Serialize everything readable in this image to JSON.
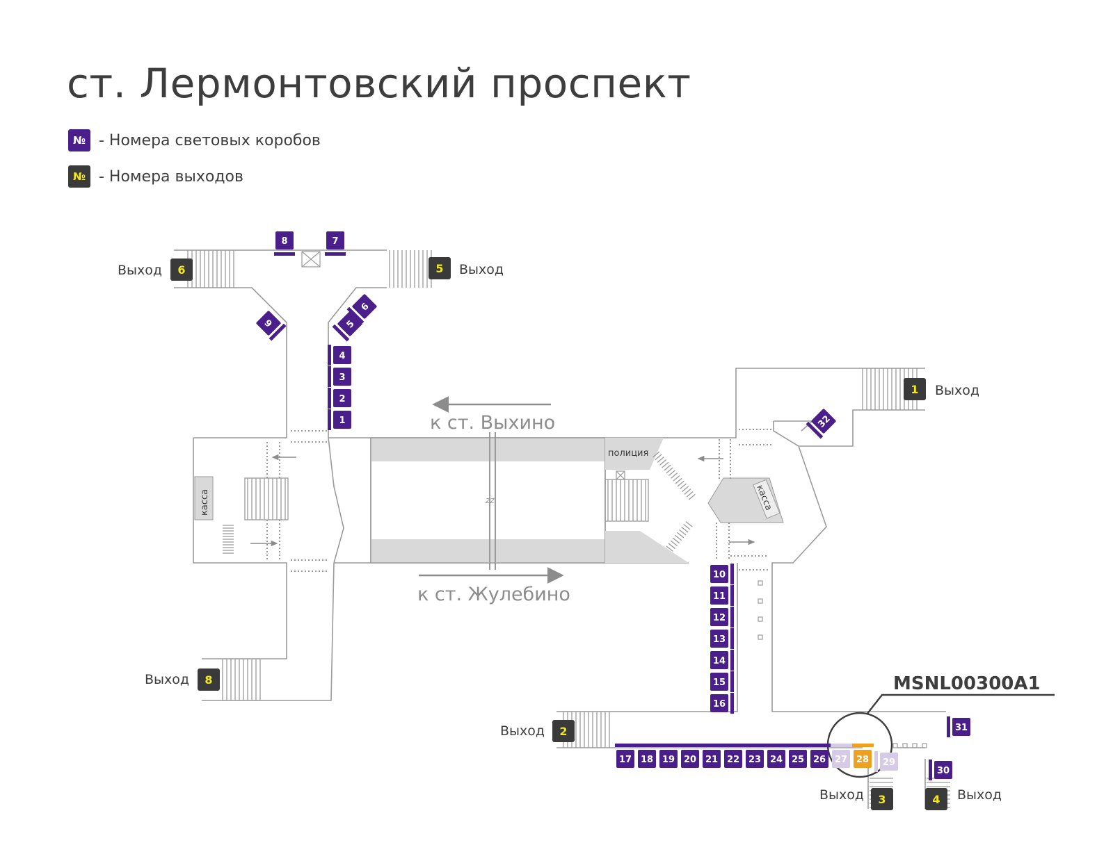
{
  "title": "ст. Лермонтовский проспект",
  "legend": {
    "symbol": "№",
    "lightbox_label": "- Номера световых коробов",
    "exit_label": "- Номера выходов"
  },
  "colors": {
    "lightbox": "#4a1f8c",
    "lightbox_faded": "#d6cbe6",
    "highlight": "#f0a020",
    "exit_bg": "#3a3a3a",
    "exit_text": "#f3e61a",
    "wall": "#9a9a9a",
    "platform_fill": "#d9d9d9"
  },
  "directions": {
    "top": "к ст. Выхино",
    "bottom": "к ст. Жулебино"
  },
  "labels": {
    "police": "полиция",
    "kassa_left": "касса",
    "kassa_right": "касса",
    "exit_word": "Выход"
  },
  "exits": [
    "1",
    "2",
    "3",
    "4",
    "5",
    "6",
    "8"
  ],
  "lightboxes": [
    "1",
    "2",
    "3",
    "4",
    "5",
    "6",
    "7",
    "8",
    "9",
    "10",
    "11",
    "12",
    "13",
    "14",
    "15",
    "16",
    "17",
    "18",
    "19",
    "20",
    "21",
    "22",
    "23",
    "24",
    "25",
    "26",
    "27",
    "28",
    "29",
    "30",
    "31",
    "32"
  ],
  "highlighted_box": "28",
  "faded_boxes": [
    "27",
    "29"
  ],
  "callout_code": "MSNL00300A1"
}
